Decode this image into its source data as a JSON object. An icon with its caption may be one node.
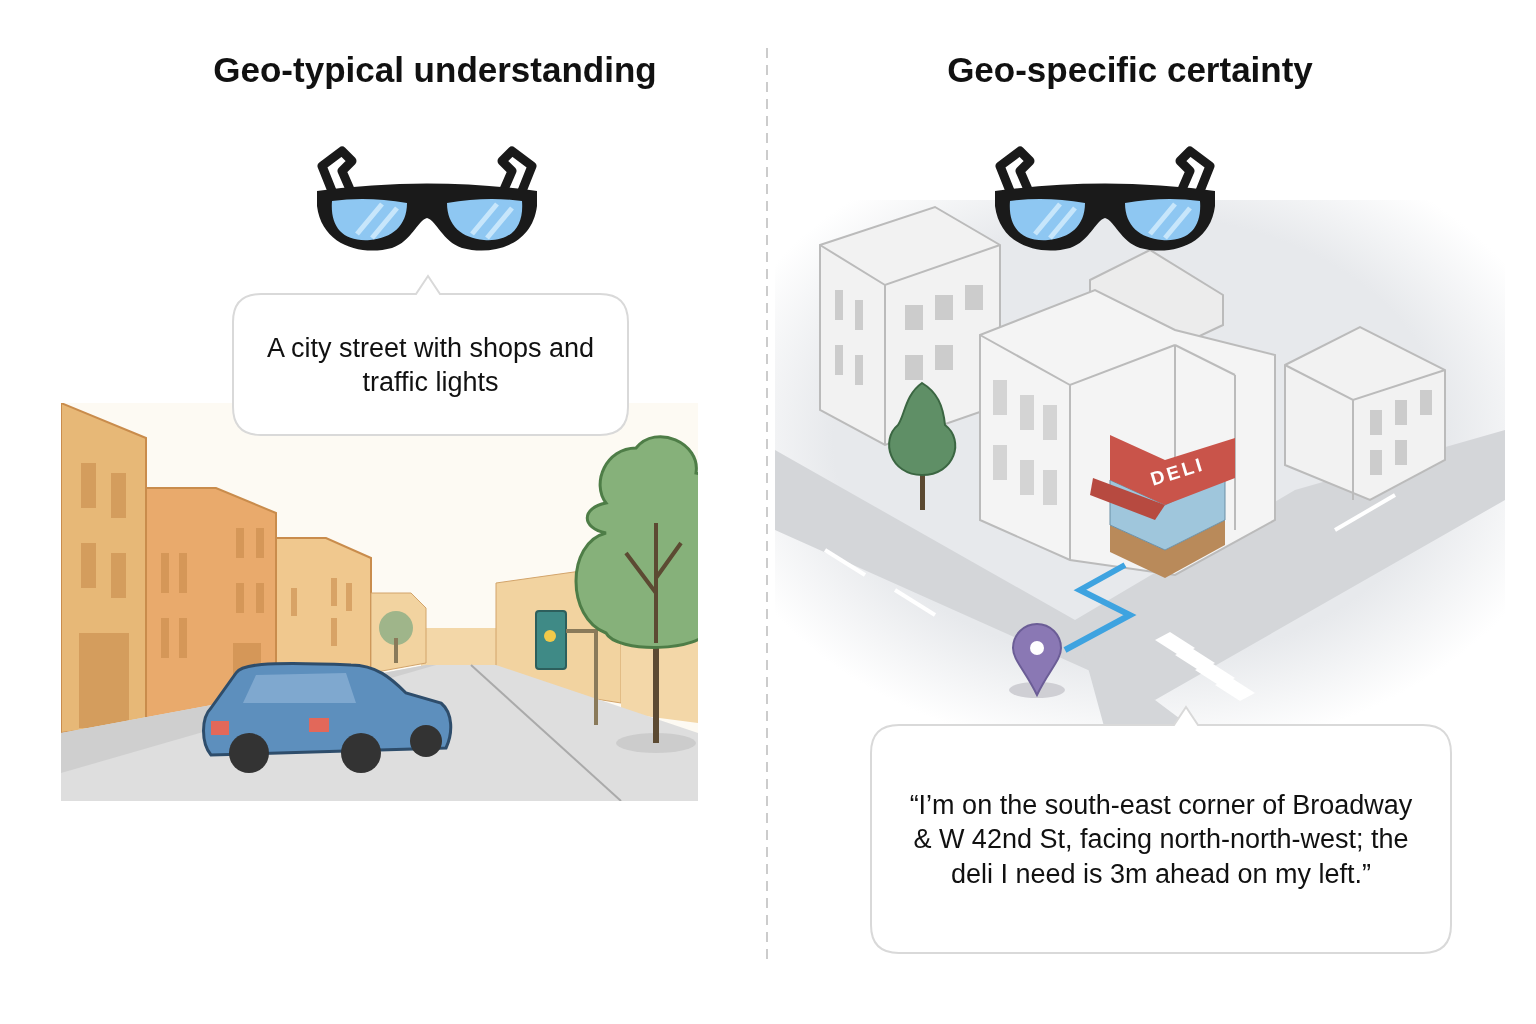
{
  "diagram": {
    "nodes": [
      {
        "text": [
          "A city street with shops and traffic lights"
        ]
      },
      {
        "text": [
          "“I’m on the south-east corner of Broadway & W 42nd St, facing north-north-west; the deli I need is 3m ahead on my left.”"
        ]
      }
    ],
    "labels": [
      "Geo-typical understanding",
      "Geo-specific certainty",
      "DELI"
    ]
  }
}
